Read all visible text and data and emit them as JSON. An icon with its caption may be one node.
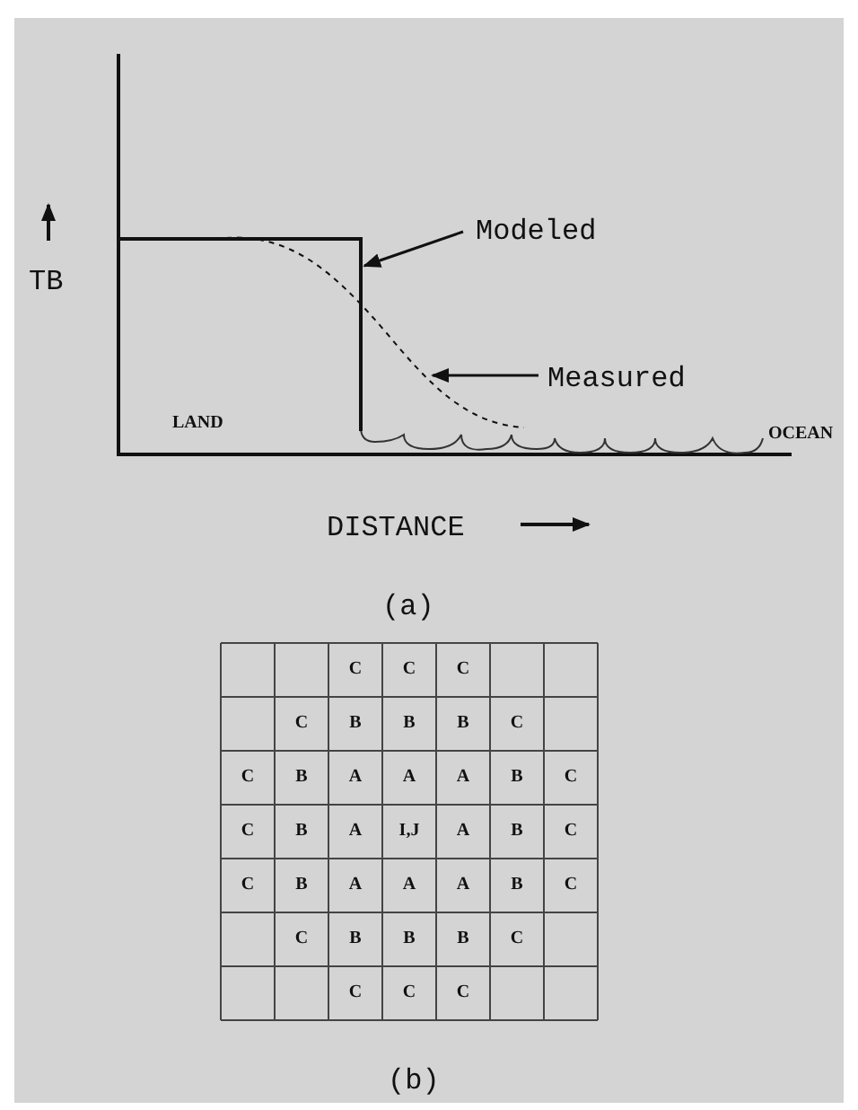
{
  "diagram": {
    "nodes": [
      {
        "text": [
          "Modeled"
        ]
      },
      {
        "text": [
          "Measured"
        ]
      },
      {
        "text": [],
        "shape": "line"
      },
      {
        "text": [],
        "shape": "line"
      }
    ],
    "edges": [
      {
        "from": 0,
        "to": 2,
        "arrow": "to"
      },
      {
        "from": 1,
        "to": 3,
        "arrow": "to"
      }
    ],
    "labels": [
      "TB",
      "LAND",
      "OCEAN",
      "DISTANCE",
      "(a)",
      "C",
      "C",
      "C",
      "C",
      "B",
      "B",
      "B",
      "C",
      "C",
      "B",
      "A",
      "A",
      "A",
      "B",
      "C",
      "C",
      "B",
      "A",
      "I,J",
      "A",
      "B",
      "C",
      "C",
      "B",
      "A",
      "A",
      "A",
      "B",
      "C",
      "C",
      "B",
      "B",
      "B",
      "C",
      "C",
      "C",
      "C",
      "(b)"
    ]
  }
}
